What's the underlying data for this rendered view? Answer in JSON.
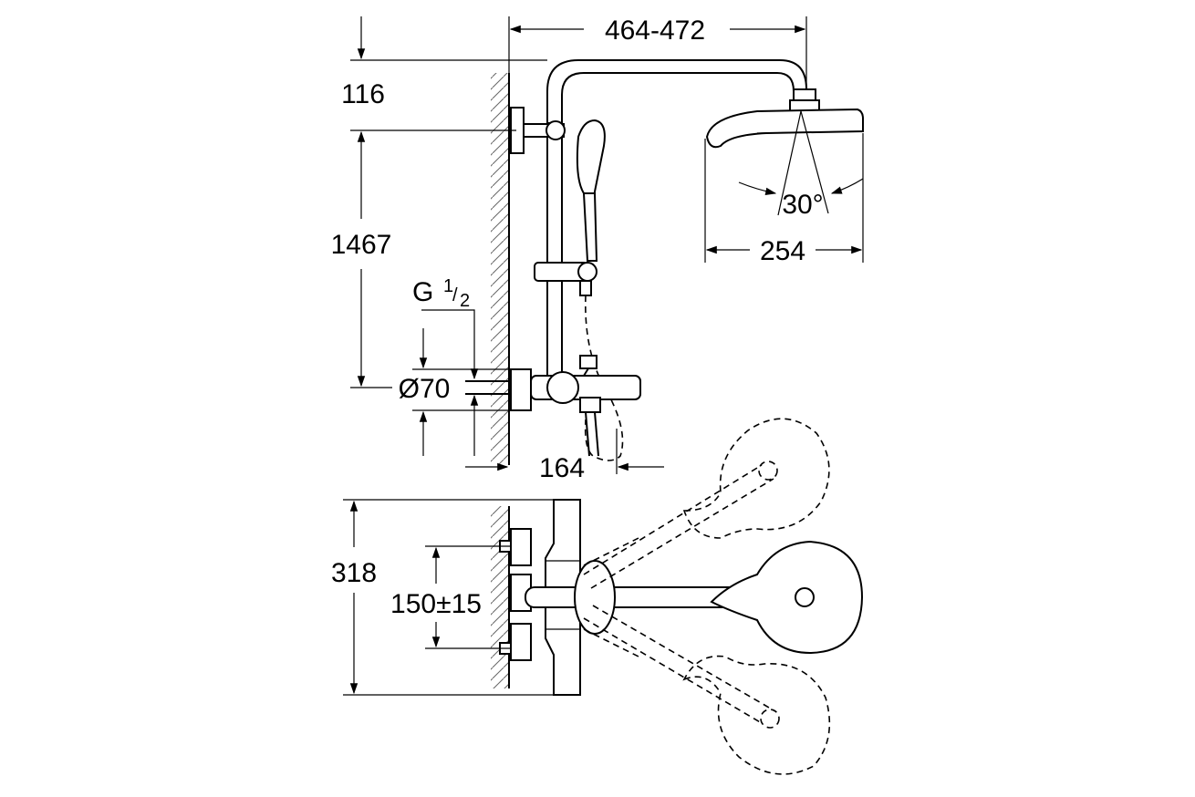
{
  "dimensions": {
    "arm_reach": "464-472",
    "top_offset": "116",
    "height_outlet_to_arm": "1467",
    "thread_g": "G",
    "thread_num": "1",
    "thread_den": "2",
    "escutcheon": "Ø70",
    "spout_projection": "164",
    "head_diameter": "254",
    "head_angle": "30°",
    "wall_depth": "318",
    "inlet_spacing": "150±15"
  }
}
